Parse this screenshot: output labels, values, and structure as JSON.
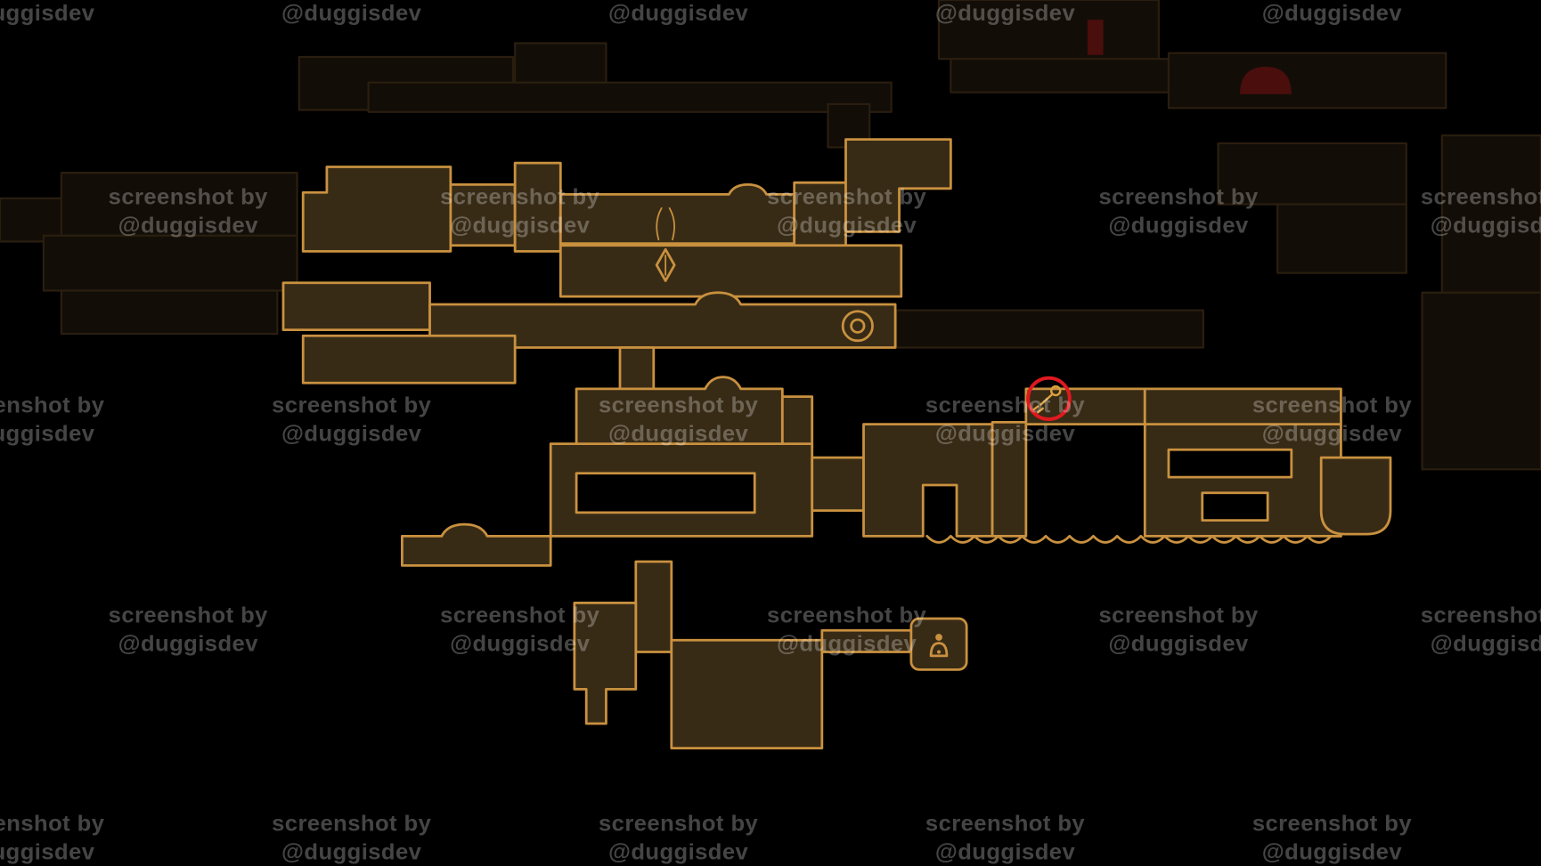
{
  "watermark": {
    "line1": "screenshot by",
    "line2": "@duggisdev"
  },
  "colors": {
    "background": "#000000",
    "room_fill": "#382b16",
    "room_stroke": "#c9913f",
    "dim_fill": "#120d07",
    "dim_stroke": "#2a1e0f",
    "dim_red": "#4a0e0c",
    "marker_red": "#e0191f",
    "item_gold": "#d9a23f",
    "watermark_color": "rgba(255,255,255,0.27)"
  },
  "map": {
    "icons": [
      {
        "name": "highlight-circle-icon",
        "description": "red circle annotation around collectible"
      },
      {
        "name": "item-icon",
        "description": "gold collectible glyph inside red circle"
      },
      {
        "name": "station-icon",
        "description": "round station/bench marker on corridor"
      },
      {
        "name": "bell-icon",
        "description": "bell marker inside small rounded room"
      },
      {
        "name": "diamond-icon",
        "description": "diamond ornament in corridor"
      },
      {
        "name": "antennae-icon",
        "description": "antennae ornament above corridor"
      }
    ]
  }
}
